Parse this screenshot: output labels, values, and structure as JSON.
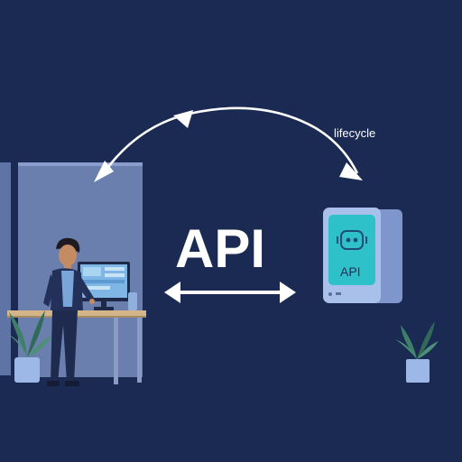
{
  "title": "API",
  "lifecycle_label": "lifecycle",
  "device_label": "API",
  "icons": {
    "cycle_arrow": "curved-double-arrow-icon",
    "exchange_arrow": "bidirectional-arrow-icon",
    "device": "tablet-device-icon",
    "robot": "robot-icon",
    "plant": "potted-plant-icon"
  },
  "colors": {
    "background": "#1a2a52",
    "wall_panel": "#6b7fae",
    "wall_panel_edge": "#8a9ccb",
    "text": "#ffffff",
    "device_body": "#a9c0ea",
    "device_back": "#7f96cc",
    "device_screen": "#2fc1c9",
    "desk_top": "#d4b58a",
    "desk_leg": "#8a9bc4",
    "monitor_screen": "#7fb6e6",
    "person_skin": "#c58b63",
    "person_hair": "#1f1a22",
    "person_jacket": "#23315a",
    "person_shirt": "#7aa5d8",
    "plant_leaf": "#3f7f6a",
    "plant_pot": "#9db8e6"
  }
}
